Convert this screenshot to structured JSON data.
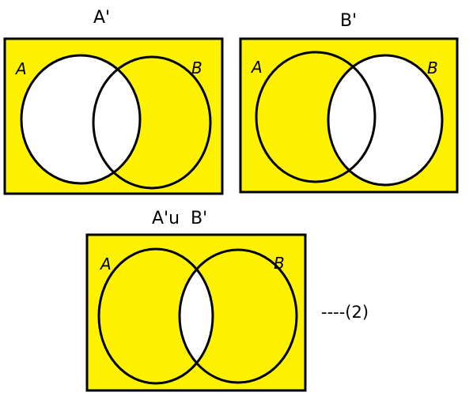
{
  "titles": {
    "a_complement": "A'",
    "b_complement": "B'",
    "union": "A'u  B'"
  },
  "equation_ref": "----(2)",
  "circle_labels": {
    "a": "A",
    "b": "B"
  },
  "colors": {
    "fill": "#fff200",
    "empty": "#ffffff",
    "stroke": "#000000"
  },
  "diagrams": [
    {
      "name": "A'",
      "shaded": "everything outside A"
    },
    {
      "name": "B'",
      "shaded": "everything outside B"
    },
    {
      "name": "A' ∪ B'",
      "shaded": "everything except A ∩ B"
    }
  ]
}
